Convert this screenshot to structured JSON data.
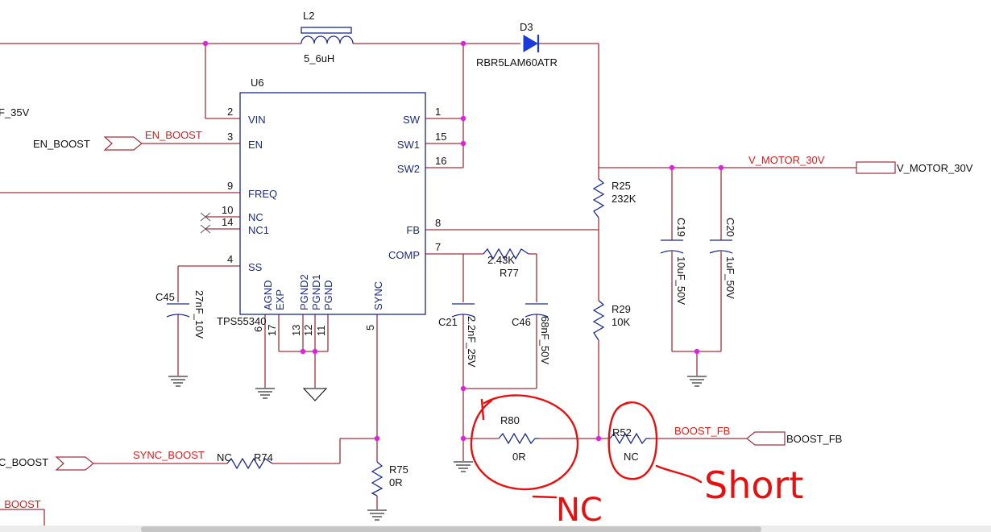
{
  "components": {
    "l2": {
      "ref": "L2",
      "value": "5_6uH"
    },
    "d3": {
      "ref": "D3",
      "value": "RBR5LAM60ATR"
    },
    "u6": {
      "ref": "U6",
      "part": "TPS55340"
    },
    "r25": {
      "ref": "R25",
      "value": "232K"
    },
    "r29": {
      "ref": "R29",
      "value": "10K"
    },
    "c19": {
      "ref": "C19",
      "value": "10uF_50V"
    },
    "c20": {
      "ref": "C20",
      "value": "1uF_50V"
    },
    "r77": {
      "ref": "R77",
      "value": "2.43K"
    },
    "c21": {
      "ref": "C21",
      "value": "2.2nF_25V"
    },
    "c46": {
      "ref": "C46",
      "value": "68nF_50V"
    },
    "c45": {
      "ref": "C45",
      "value": "27nF_10V"
    },
    "r80": {
      "ref": "R80",
      "value": "0R"
    },
    "r52": {
      "ref": "R52",
      "value": "NC"
    },
    "r74": {
      "ref": "R74",
      "value": "NC"
    },
    "r75": {
      "ref": "R75",
      "value": "0R"
    }
  },
  "u6_pins": {
    "vin": {
      "num": "2",
      "name": "VIN"
    },
    "en": {
      "num": "3",
      "name": "EN"
    },
    "freq": {
      "num": "9",
      "name": "FREQ"
    },
    "nc": {
      "num": "10",
      "name": "NC"
    },
    "nc1": {
      "num": "14",
      "name": "NC1"
    },
    "ss": {
      "num": "4",
      "name": "SS"
    },
    "sw": {
      "num": "1",
      "name": "SW"
    },
    "sw1": {
      "num": "15",
      "name": "SW1"
    },
    "sw2": {
      "num": "16",
      "name": "SW2"
    },
    "fb": {
      "num": "8",
      "name": "FB"
    },
    "comp": {
      "num": "7",
      "name": "COMP"
    },
    "agnd": {
      "num": "6",
      "name": "AGND"
    },
    "exp": {
      "num": "17",
      "name": "EXP"
    },
    "pgnd2": {
      "num": "13",
      "name": "PGND2"
    },
    "pgnd1": {
      "num": "12",
      "name": "PGND1"
    },
    "pgnd": {
      "num": "11",
      "name": "PGND"
    },
    "sync": {
      "num": "5",
      "name": "SYNC"
    }
  },
  "nets": {
    "en_boost": "EN_BOOST",
    "v_motor": "V_MOTOR_30V",
    "boost_fb": "BOOST_FB",
    "sync_boost": "SYNC_BOOST"
  },
  "ports": {
    "en_boost": "EN_BOOST",
    "v_motor": "V_MOTOR_30V",
    "boost_fb": "BOOST_FB",
    "sync_boost_partial": "C_BOOST",
    "left_cut_cap": "F_35V",
    "bottom_left_partial": "_BOOST"
  },
  "handwritten": {
    "nc_note": "NC",
    "short_note": "Short"
  },
  "colors": {
    "wire": "#a0303a",
    "component": "#1b2a8a",
    "net_label": "#d41c1c",
    "junction": "#e020e0",
    "annotation": "#e61010"
  }
}
